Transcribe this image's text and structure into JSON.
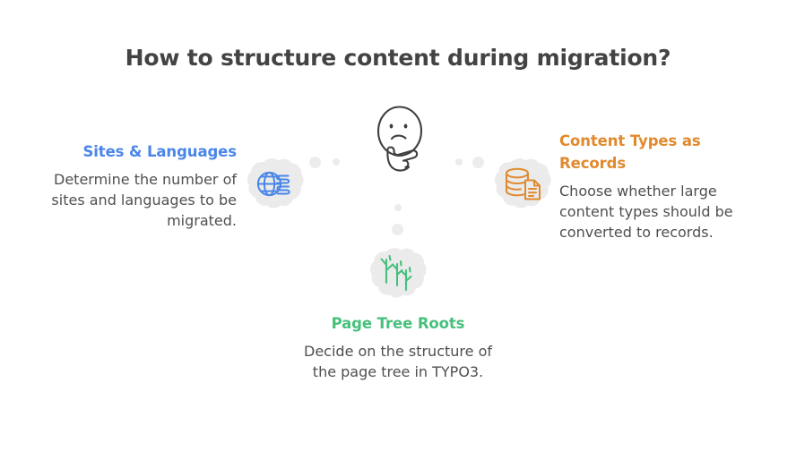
{
  "page": {
    "title": "How to structure content during migration?",
    "background_color": "#ffffff",
    "text_color": "#4f4f4f",
    "title_color": "#434343",
    "blob_color": "#ebebeb",
    "dot_color": "#ececec"
  },
  "blocks": {
    "left": {
      "heading": "Sites & Languages",
      "body": "Determine the number of sites and languages to be migrated.",
      "color": "#4a86e8",
      "icon": "globe-languages-icon"
    },
    "right": {
      "heading": "Content Types as Records",
      "body": "Choose whether large content types should be converted to records.",
      "color": "#e08a2e",
      "icon": "database-document-icon"
    },
    "bottom": {
      "heading": "Page Tree Roots",
      "body": "Decide on the structure of the page tree in TYPO3.",
      "color": "#47c07c",
      "icon": "sprouts-icon"
    }
  },
  "center": {
    "icon": "thinking-face-icon",
    "stroke_color": "#3f3f3f"
  }
}
